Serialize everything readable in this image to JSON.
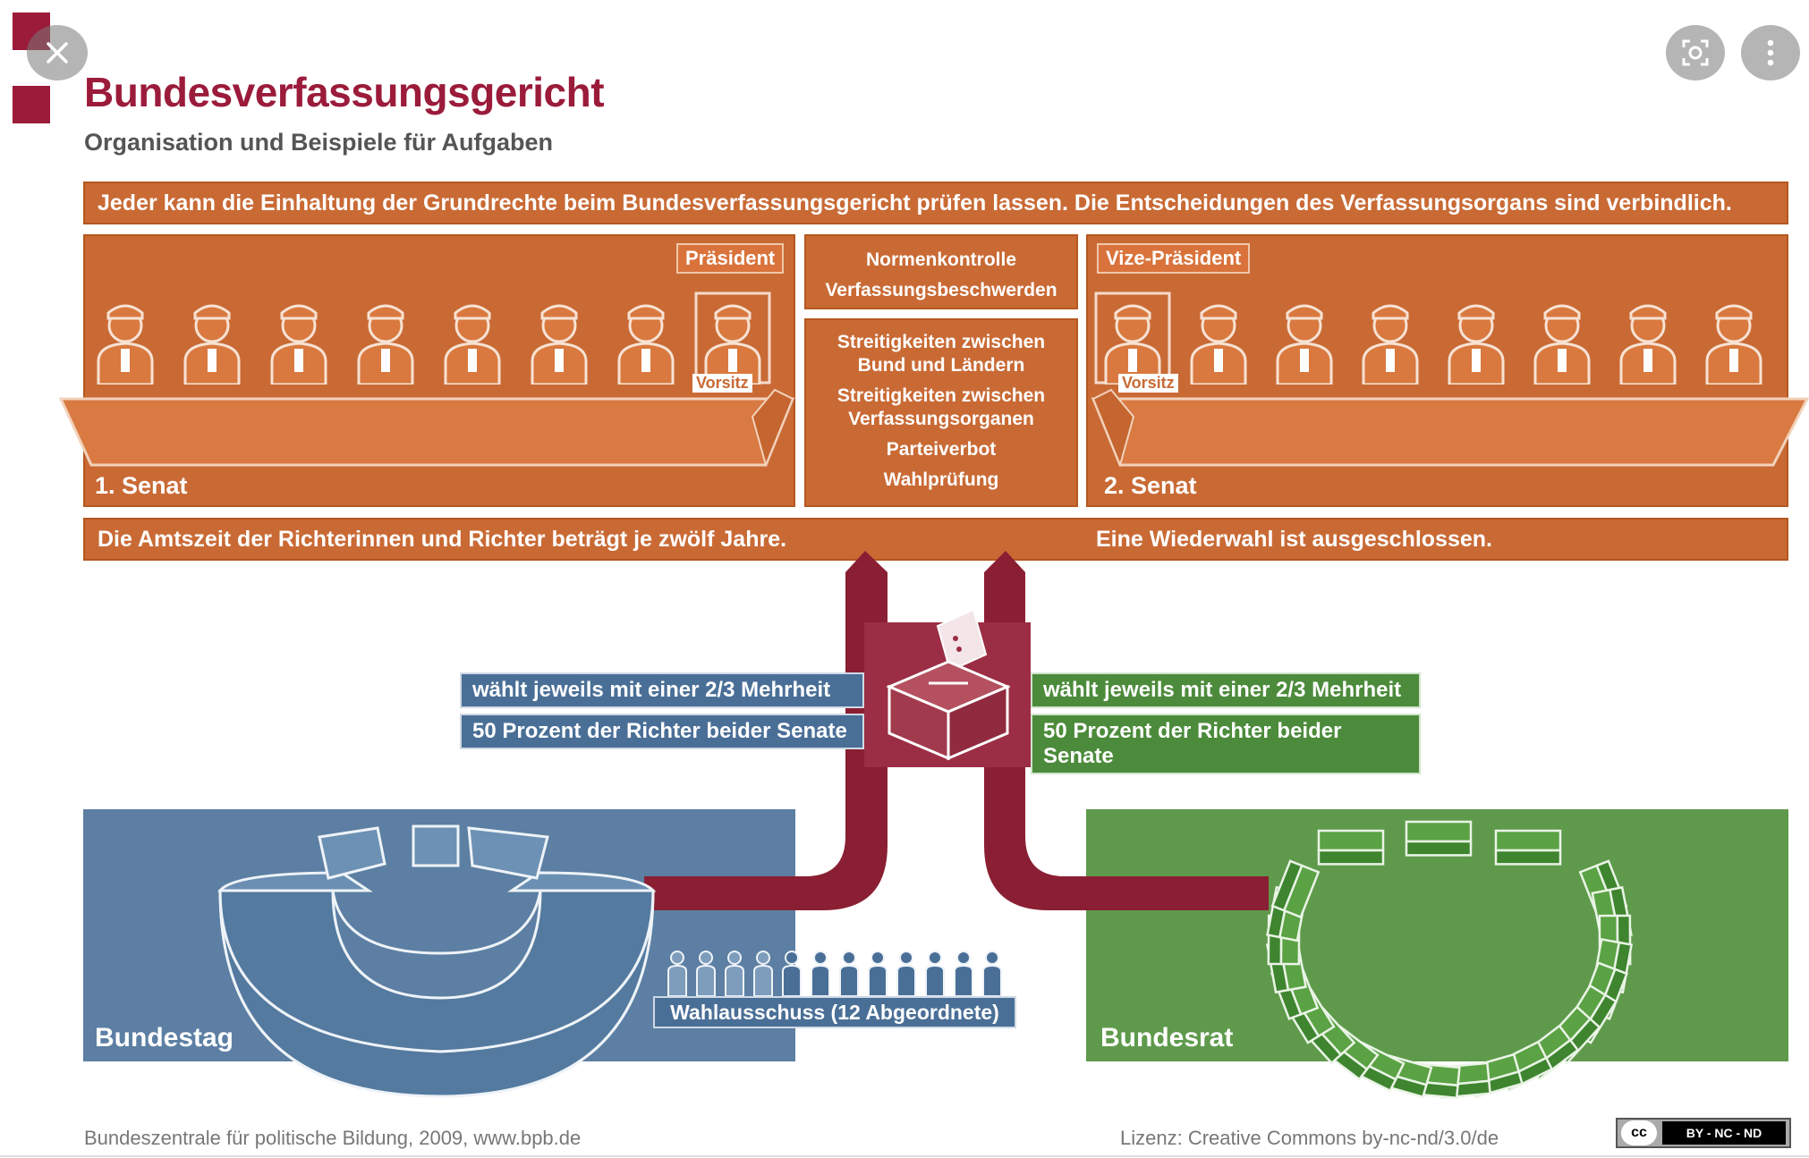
{
  "header": {
    "title": "Bundesverfassungsgericht",
    "subtitle": "Organisation und Beispiele für Aufgaben"
  },
  "viewer": {
    "close_icon": "close-icon",
    "lens_icon": "lens-icon",
    "more_icon": "more-vertical-icon"
  },
  "top_banner": "Jeder kann die Einhaltung der Grundrechte beim Bundesverfassungsgericht prüfen lassen. Die Entscheidungen des Verfassungsorgans sind verbindlich.",
  "senat1": {
    "label": "1. Senat",
    "leader_role": "Präsident",
    "chair_tag": "Vorsitz",
    "judge_count": 8
  },
  "senat2": {
    "label": "2. Senat",
    "leader_role": "Vize-Präsident",
    "chair_tag": "Vorsitz",
    "judge_count": 8
  },
  "center_tasks": {
    "top": [
      "Normenkontrolle",
      "Verfassungsbeschwerden"
    ],
    "bottom": [
      "Streitigkeiten zwischen Bund und Ländern",
      "Streitigkeiten zwischen Verfassungsorganen",
      "Parteiverbot",
      "Wahlprüfung"
    ]
  },
  "bottom_banner": {
    "left": "Die Amtszeit der Richterinnen und Richter beträgt je zwölf Jahre.",
    "right": "Eine Wiederwahl ist ausgeschlossen."
  },
  "election": {
    "left_majority": "wählt jeweils mit einer 2/3 Mehrheit",
    "left_share": "50 Prozent der Richter beider Senate",
    "right_majority": "wählt jeweils mit einer 2/3 Mehrheit",
    "right_share": "50 Prozent der Richter beider Senate"
  },
  "bundestag": {
    "label": "Bundestag",
    "committee": "Wahlausschuss (12 Abgeordnete)",
    "committee_count": 12
  },
  "bundesrat": {
    "label": "Bundesrat"
  },
  "footer": {
    "source": "Bundeszentrale für politische Bildung, 2009, www.bpb.de",
    "license": "Lizenz: Creative Commons by-nc-nd/3.0/de",
    "badge_cc": "cc",
    "badge_terms": "BY - NC - ND"
  },
  "colors": {
    "title": "#9b1b3b",
    "orange": "#c96a35",
    "maroon": "#8a1f33",
    "blue": "#5c7fa3",
    "green": "#5f9a4c"
  }
}
